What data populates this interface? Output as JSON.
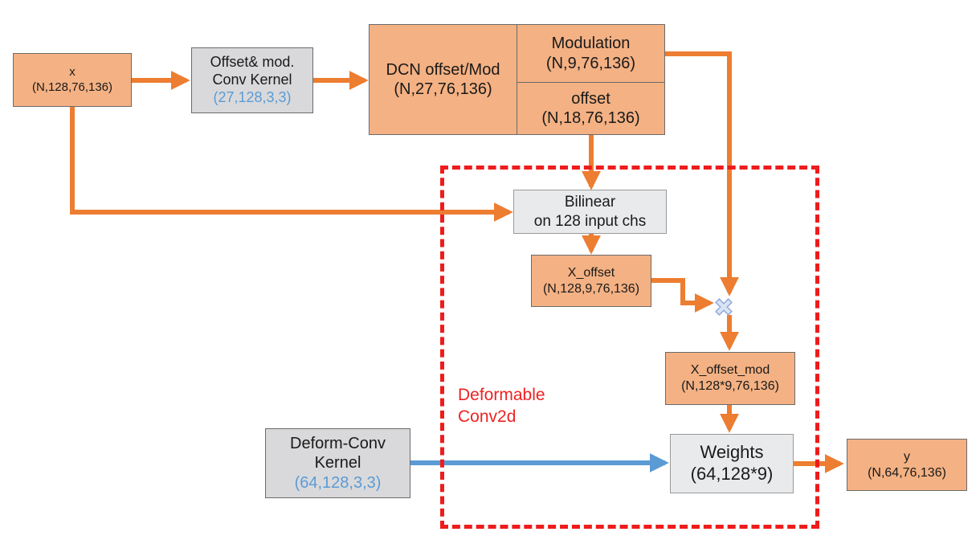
{
  "nodes": {
    "x": {
      "name": "x",
      "shape": "(N,128,76,136)"
    },
    "offset_kernel": {
      "line1": "Offset& mod.",
      "line2": "Conv Kernel",
      "shape": "(27,128,3,3)"
    },
    "dcn": {
      "name": "DCN offset/Mod",
      "shape": "(N,27,76,136)"
    },
    "modulation": {
      "name": "Modulation",
      "shape": "(N,9,76,136)"
    },
    "offset": {
      "name": "offset",
      "shape": "(N,18,76,136)"
    },
    "bilinear": {
      "line1": "Bilinear",
      "line2": "on 128 input chs"
    },
    "x_offset": {
      "name": "X_offset",
      "shape": "(N,128,9,76,136)"
    },
    "x_offset_mod": {
      "name": "X_offset_mod",
      "shape": "(N,128*9,76,136)"
    },
    "deform_kernel": {
      "line1": "Deform-Conv",
      "line2": "Kernel",
      "shape": "(64,128,3,3)"
    },
    "weights": {
      "name": "Weights",
      "shape": "(64,128*9)"
    },
    "y": {
      "name": "y",
      "shape": "(N,64,76,136)"
    }
  },
  "region": {
    "line1": "Deformable",
    "line2": "Conv2d"
  },
  "colors": {
    "orange_fill": "#f4b183",
    "gray_fill": "#d9d9db",
    "arrow_orange": "#ed7d31",
    "arrow_blue": "#5b9bd5",
    "dashed_red": "#ee1c1c",
    "shape_blue_text": "#5b9bd5",
    "region_label_red": "#ee2222"
  },
  "icons": {
    "multiply": "multiply-cross-icon"
  }
}
